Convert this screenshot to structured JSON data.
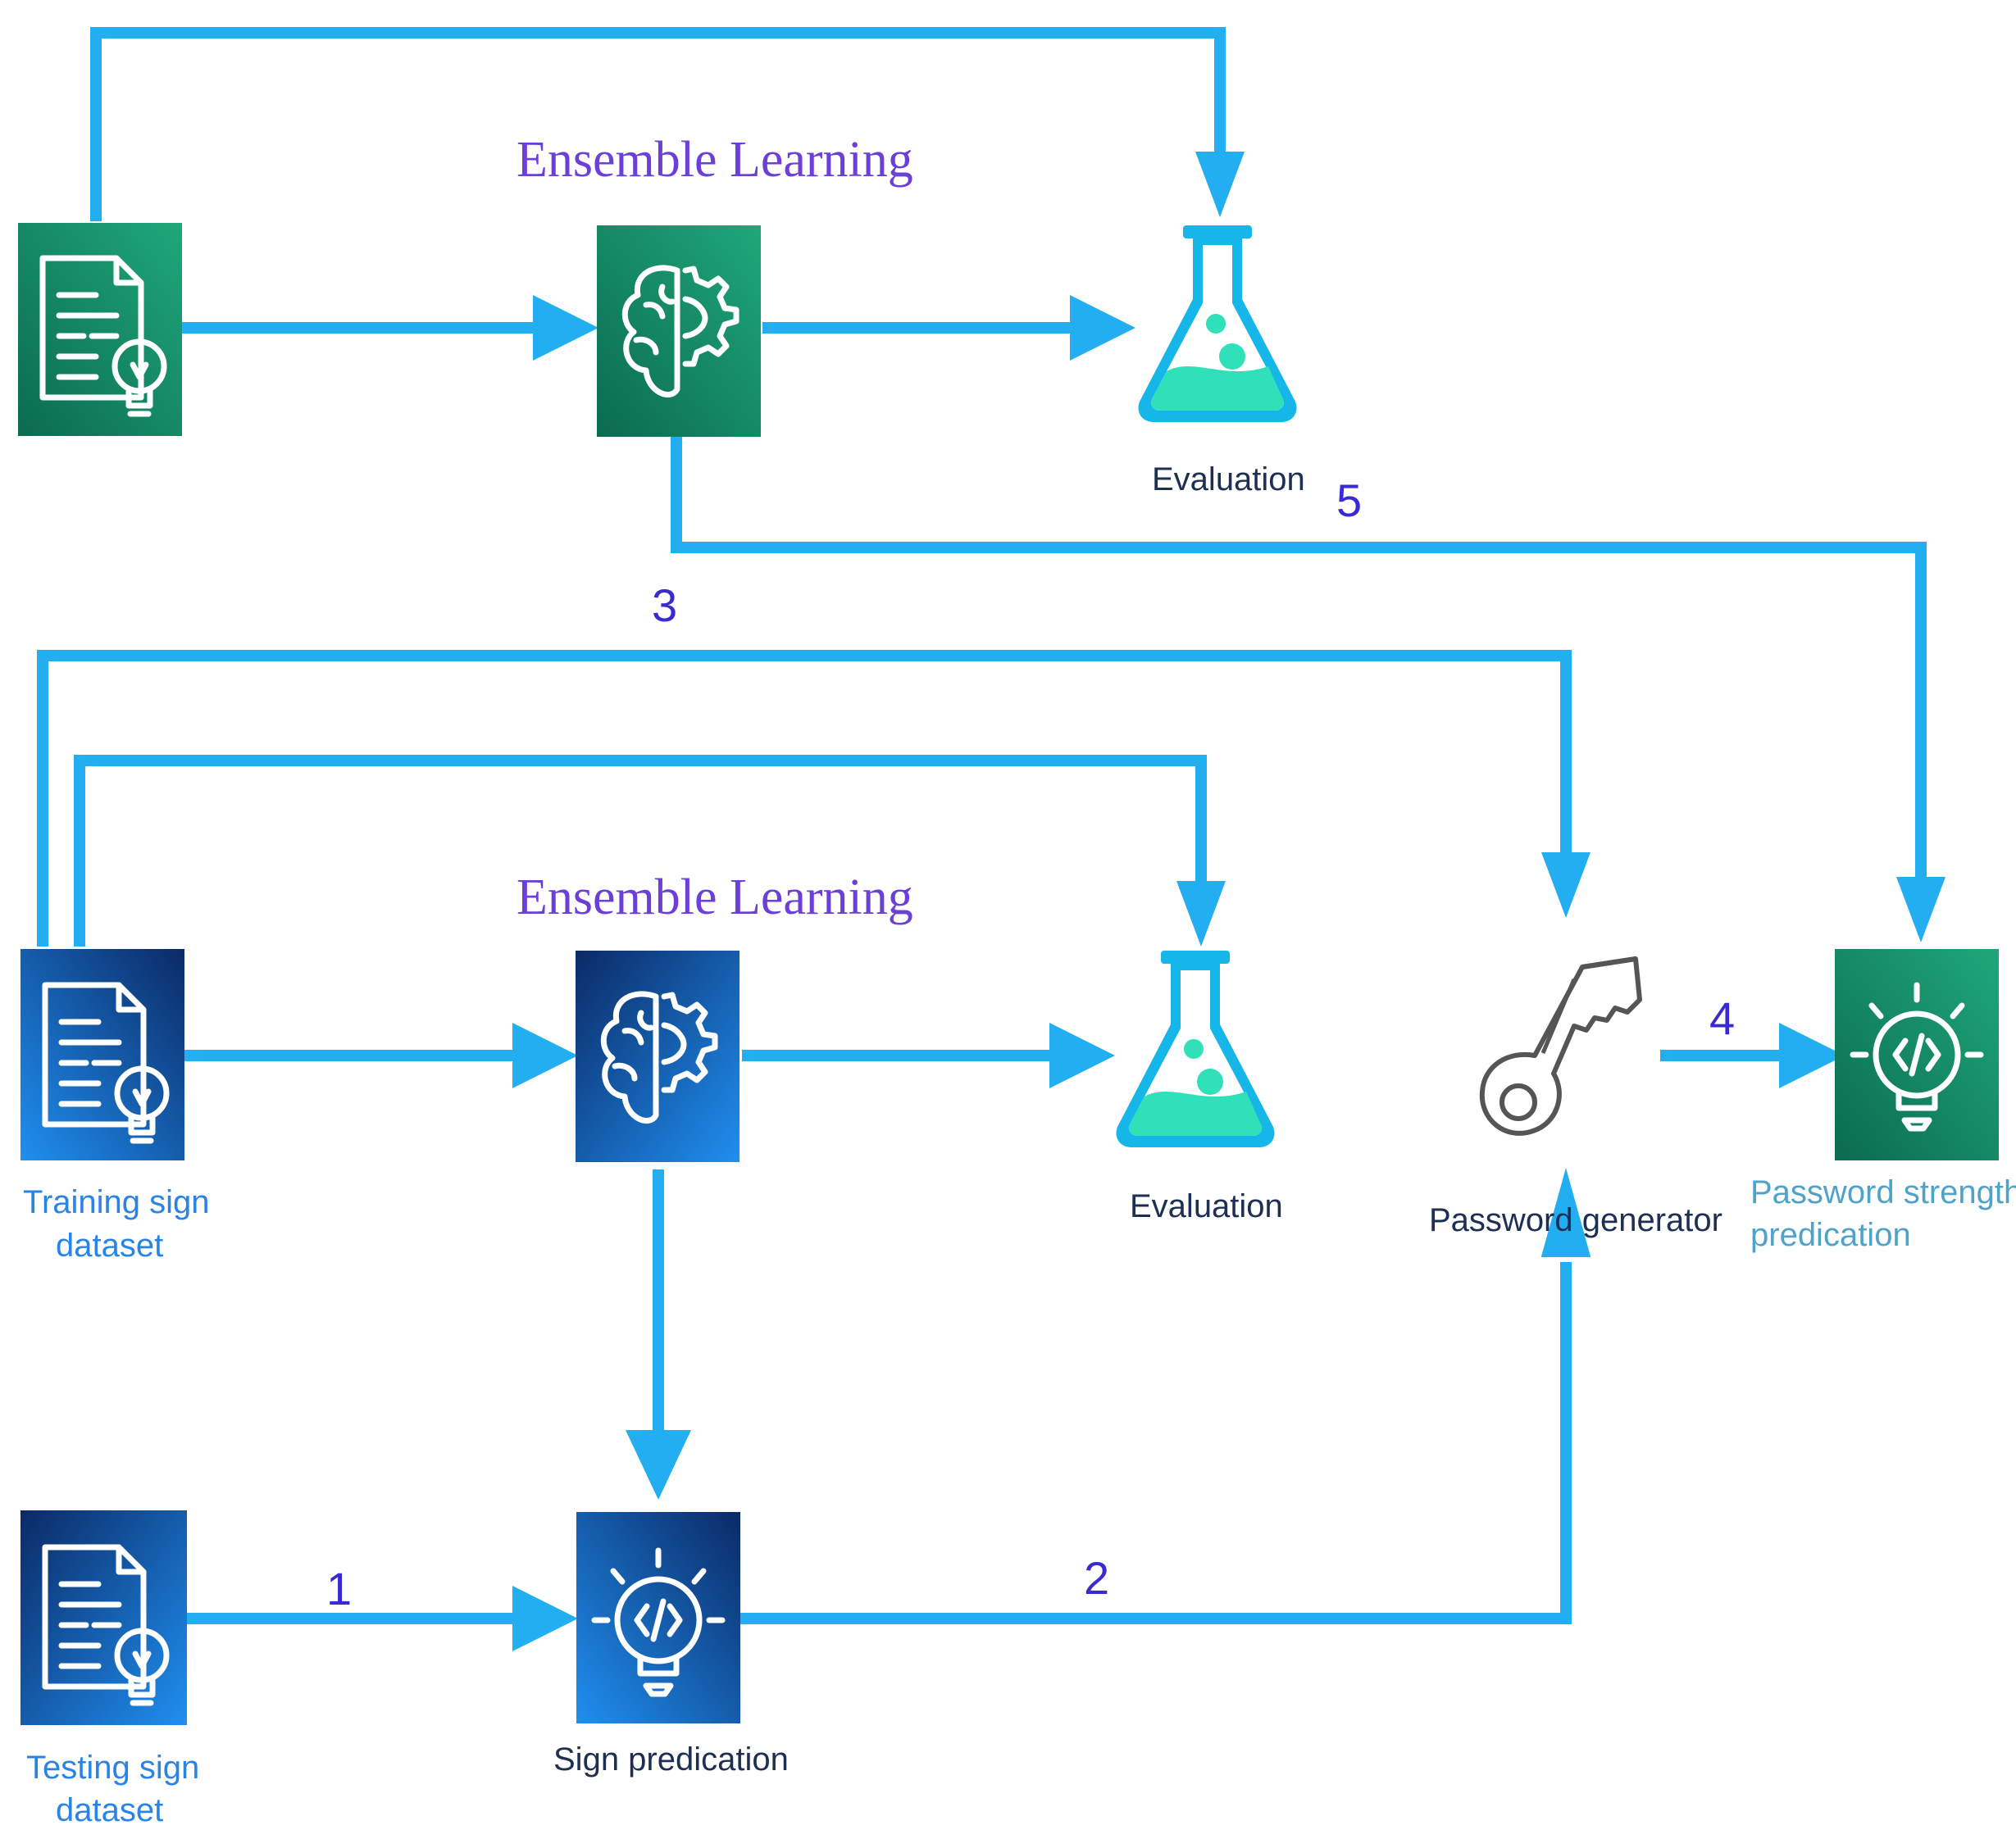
{
  "labels": {
    "ensemble_top": "Ensemble Learning",
    "ensemble_bottom": "Ensemble Learning",
    "evaluation_top": "Evaluation",
    "evaluation_bottom": "Evaluation",
    "training_dataset_line1": "Training sign",
    "training_dataset_line2": "dataset",
    "testing_dataset_line1": "Testing sign",
    "testing_dataset_line2": "dataset",
    "sign_prediction": "Sign predication",
    "password_generator": "Password generator",
    "password_strength_line1": "Password strength",
    "password_strength_line2": "predication"
  },
  "step_numbers": {
    "s1": "1",
    "s2": "2",
    "s3": "3",
    "s4": "4",
    "s5": "5"
  },
  "colors": {
    "arrow": "#23aef2",
    "green_dark": "#0b6b4f",
    "green_light": "#1fa77a",
    "blue_dark": "#0b2a66",
    "blue_light": "#1f8ff0",
    "flask": "#17b6e8",
    "flask_liquid": "#2fe0b8",
    "ensemble_text": "#6b3fd8",
    "step_text": "#3a2bd0"
  },
  "icons": {
    "dataset": "document-lightbulb-icon",
    "ensemble": "brain-gear-icon",
    "evaluation": "flask-icon",
    "prediction": "lightbulb-code-icon",
    "generator": "key-icon"
  }
}
